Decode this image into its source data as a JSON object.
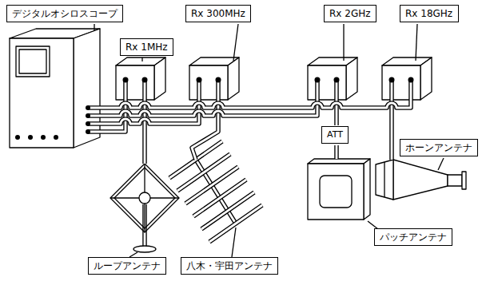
{
  "diagram": {
    "nodes": [
      {
        "text": [
          "デジタルオシロスコープ"
        ]
      },
      {
        "text": [
          "Rx 300MHz"
        ]
      },
      {
        "text": [
          "Rx 2GHz"
        ]
      },
      {
        "text": [
          "Rx 18GHz"
        ]
      },
      {
        "text": [
          "Rx 1MHz"
        ]
      },
      {
        "text": [
          "ATT"
        ]
      },
      {
        "text": [
          "ホーンアンテナ"
        ]
      },
      {
        "text": [
          "パッチアンテナ"
        ]
      },
      {
        "text": [
          "ループアンテナ"
        ]
      },
      {
        "text": [
          "八木・宇田アンテナ"
        ]
      }
    ]
  }
}
